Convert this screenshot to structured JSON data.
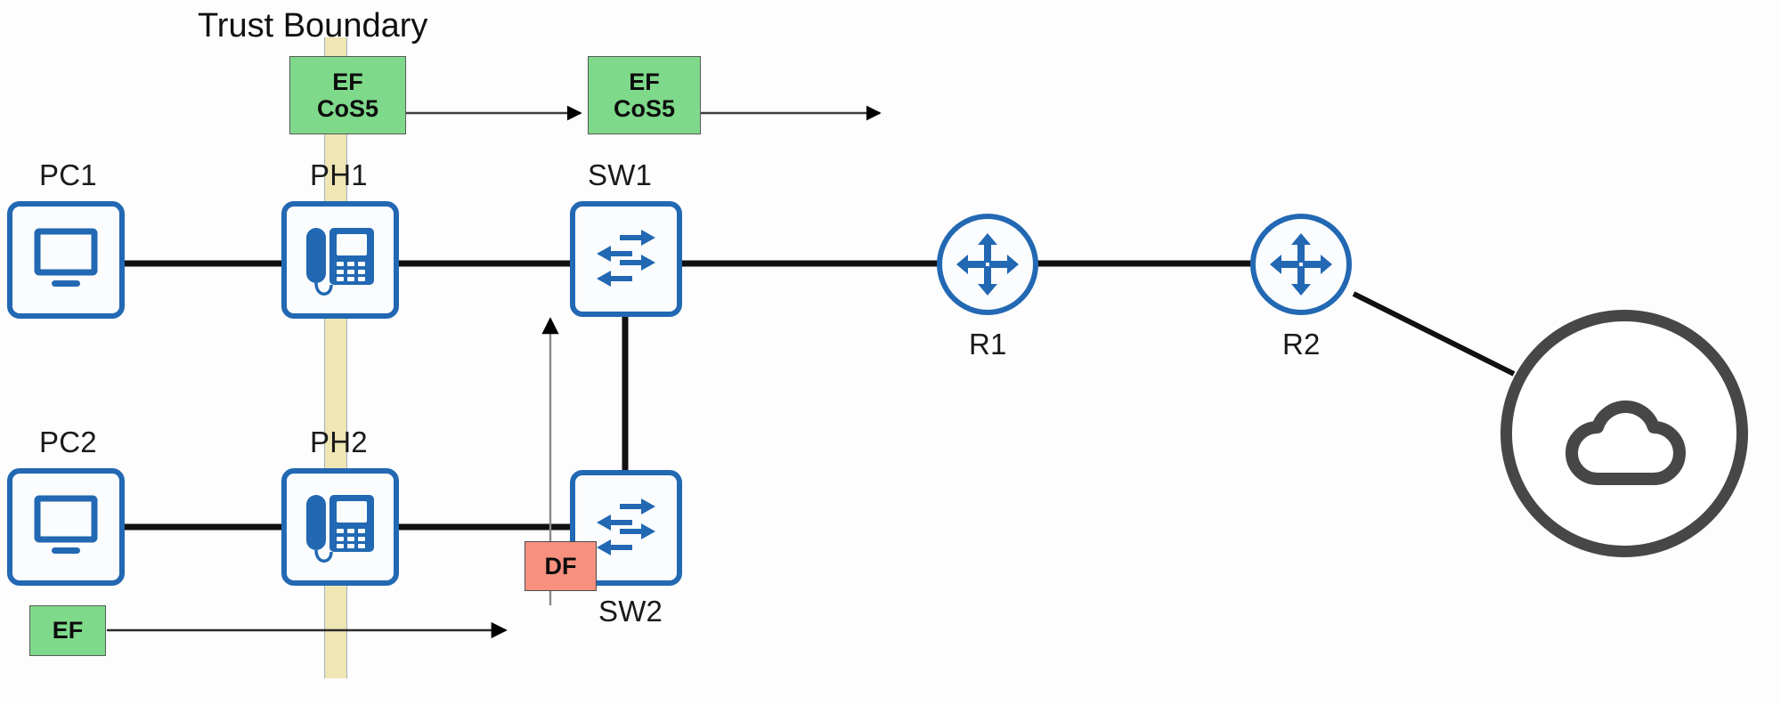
{
  "diagram": {
    "title": "Trust Boundary",
    "type": "network-qos-topology",
    "background_color": "#fdfdfd"
  },
  "colors": {
    "device_blue": "#2268b3",
    "tag_green": "#7ed98a",
    "tag_red": "#f7907f",
    "trust_band": "#efe6b4",
    "cloud_gray": "#474747",
    "link_black": "#111111"
  },
  "trust_boundary": {
    "label": "Trust Boundary",
    "band_name": "trust-boundary-band"
  },
  "nodes": [
    {
      "id": "pc1",
      "label": "PC1",
      "icon": "desktop-monitor-icon",
      "kind": "endpoint"
    },
    {
      "id": "ph1",
      "label": "PH1",
      "icon": "ip-phone-icon",
      "kind": "phone"
    },
    {
      "id": "sw1",
      "label": "SW1",
      "icon": "switch-icon",
      "kind": "switch"
    },
    {
      "id": "pc2",
      "label": "PC2",
      "icon": "desktop-monitor-icon",
      "kind": "endpoint"
    },
    {
      "id": "ph2",
      "label": "PH2",
      "icon": "ip-phone-icon",
      "kind": "phone"
    },
    {
      "id": "sw2",
      "label": "SW2",
      "icon": "switch-icon",
      "kind": "switch"
    },
    {
      "id": "r1",
      "label": "R1",
      "icon": "router-icon",
      "kind": "router"
    },
    {
      "id": "r2",
      "label": "R2",
      "icon": "router-icon",
      "kind": "router"
    },
    {
      "id": "cloud",
      "label": "",
      "icon": "cloud-icon",
      "kind": "cloud"
    }
  ],
  "tags": [
    {
      "id": "tag-ef-cos5-ph1",
      "style": "green",
      "lines": [
        "EF",
        "CoS5"
      ],
      "line1": "EF",
      "line2": "CoS5"
    },
    {
      "id": "tag-ef-cos5-sw1",
      "style": "green",
      "lines": [
        "EF",
        "CoS5"
      ],
      "line1": "EF",
      "line2": "CoS5"
    },
    {
      "id": "tag-df-sw2",
      "style": "red",
      "lines": [
        "DF"
      ],
      "line1": "DF"
    },
    {
      "id": "tag-ef-pc2",
      "style": "green",
      "lines": [
        "EF"
      ],
      "line1": "EF"
    }
  ],
  "links": [
    {
      "from": "pc1",
      "to": "ph1",
      "style": "thick-black"
    },
    {
      "from": "ph1",
      "to": "sw1",
      "style": "thick-black"
    },
    {
      "from": "sw1",
      "to": "r1",
      "style": "thick-black"
    },
    {
      "from": "r1",
      "to": "r2",
      "style": "thick-black"
    },
    {
      "from": "r2",
      "to": "cloud",
      "style": "thick-black-diagonal"
    },
    {
      "from": "pc2",
      "to": "ph2",
      "style": "thick-black"
    },
    {
      "from": "ph2",
      "to": "sw2",
      "style": "thick-black"
    },
    {
      "from": "sw1",
      "to": "sw2",
      "style": "thick-black-vertical"
    }
  ],
  "flow_arrows": [
    {
      "id": "arrow-ph1-to-sw1-tag",
      "direction": "right",
      "style": "thin-black"
    },
    {
      "id": "arrow-sw1-tag-to-uplink",
      "direction": "right",
      "style": "thin-black"
    },
    {
      "id": "arrow-ef-pc2-to-sw2",
      "direction": "right",
      "style": "thin-black"
    },
    {
      "id": "arrow-sw2-up-to-sw1",
      "direction": "up",
      "style": "thin-gray"
    }
  ]
}
